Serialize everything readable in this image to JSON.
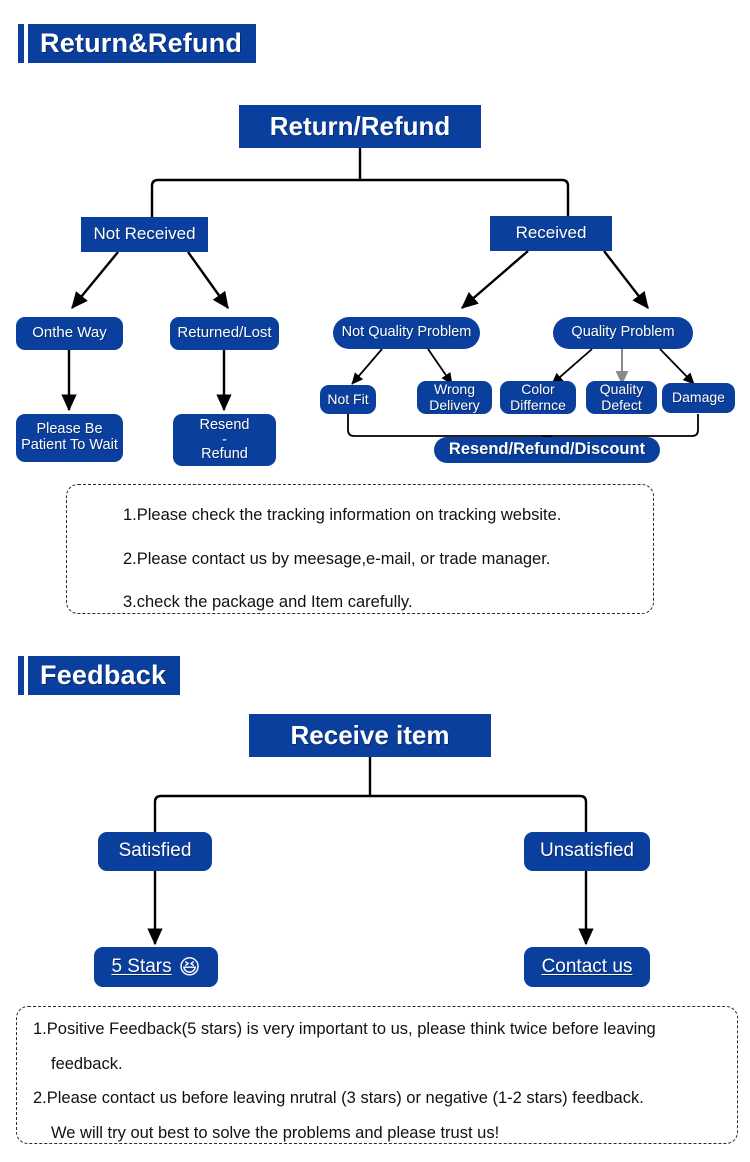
{
  "page": {
    "background": "#ffffff",
    "brand_blue": "#0b3f9e",
    "line_color": "#000000",
    "muted_arrow_color": "#8a8a8a"
  },
  "sections": [
    {
      "id": "return-refund",
      "header": "Return&Refund",
      "flow": {
        "root": "Return/Refund",
        "branch_not_received": {
          "label": "Not Received",
          "children": [
            {
              "label": "Onthe Way",
              "outcome": "Please Be\nPatient To Wait"
            },
            {
              "label": "Returned/Lost",
              "outcome": "Resend\n-\nRefund"
            }
          ]
        },
        "branch_received": {
          "label": "Received",
          "children": [
            {
              "label": "Not Quality Problem",
              "leaves": [
                "Not Fit",
                "Wrong\nDelivery"
              ]
            },
            {
              "label": "Quality Problem",
              "leaves": [
                "Color\nDiffernce",
                "Quality\nDefect",
                "Damage"
              ]
            }
          ],
          "resolution": "Resend/Refund/Discount"
        }
      },
      "notes": [
        "1.Please check the tracking information on tracking website.",
        "2.Please contact us by meesage,e-mail, or trade manager.",
        "3.check the package and Item carefully."
      ]
    },
    {
      "id": "feedback",
      "header": "Feedback",
      "flow": {
        "root": "Receive item",
        "branches": [
          {
            "label": "Satisfied",
            "outcome": "5 Stars",
            "outcome_emoji": "😆",
            "outcome_underlined": true
          },
          {
            "label": "Unsatisfied",
            "outcome": "Contact us",
            "outcome_emoji": "",
            "outcome_underlined": true
          }
        ]
      },
      "notes": [
        {
          "text": "1.Positive Feedback(5 stars) is very important to us, please think twice before leaving",
          "indent": false
        },
        {
          "text": "feedback.",
          "indent": true
        },
        {
          "text": "2.Please contact us before leaving nrutral (3 stars) or  negative (1-2 stars) feedback.",
          "indent": false
        },
        {
          "text": "We will try out best to solve the problems and please trust us!",
          "indent": true
        }
      ]
    }
  ],
  "node_labels": {
    "return_refund_root": "Return/Refund",
    "not_received": "Not Received",
    "received": "Received",
    "onthe_way": "Onthe Way",
    "returned_lost": "Returned/Lost",
    "please_be_patient": "Please Be\nPatient To Wait",
    "resend_refund": "Resend\n-\nRefund",
    "not_quality_problem": "Not Quality Problem",
    "quality_problem": "Quality Problem",
    "not_fit": "Not Fit",
    "wrong_delivery": "Wrong\nDelivery",
    "color_differnce": "Color\nDiffernce",
    "quality_defect": "Quality\nDefect",
    "damage": "Damage",
    "resend_refund_discount": "Resend/Refund/Discount",
    "receive_item": "Receive item",
    "satisfied": "Satisfied",
    "unsatisfied": "Unsatisfied",
    "five_stars": "5 Stars",
    "contact_us": "Contact us",
    "five_stars_emoji": "😆"
  }
}
